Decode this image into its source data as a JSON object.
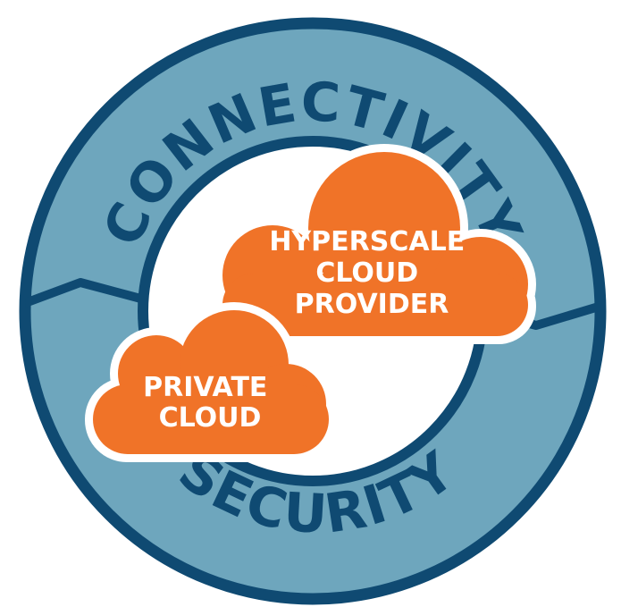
{
  "ring": {
    "top_label": "CONNECTIVITY",
    "bottom_label": "SECURITY"
  },
  "clouds": {
    "hyperscale": {
      "line1": "HYPERSCALE",
      "line2": "CLOUD",
      "line3": "PROVIDER"
    },
    "private": {
      "line1": "PRIVATE",
      "line2": "CLOUD"
    }
  },
  "colors": {
    "ring_fill": "#6ea6bd",
    "ring_dark": "#0f4a72",
    "cloud_orange": "#f07328",
    "center": "#ffffff"
  }
}
